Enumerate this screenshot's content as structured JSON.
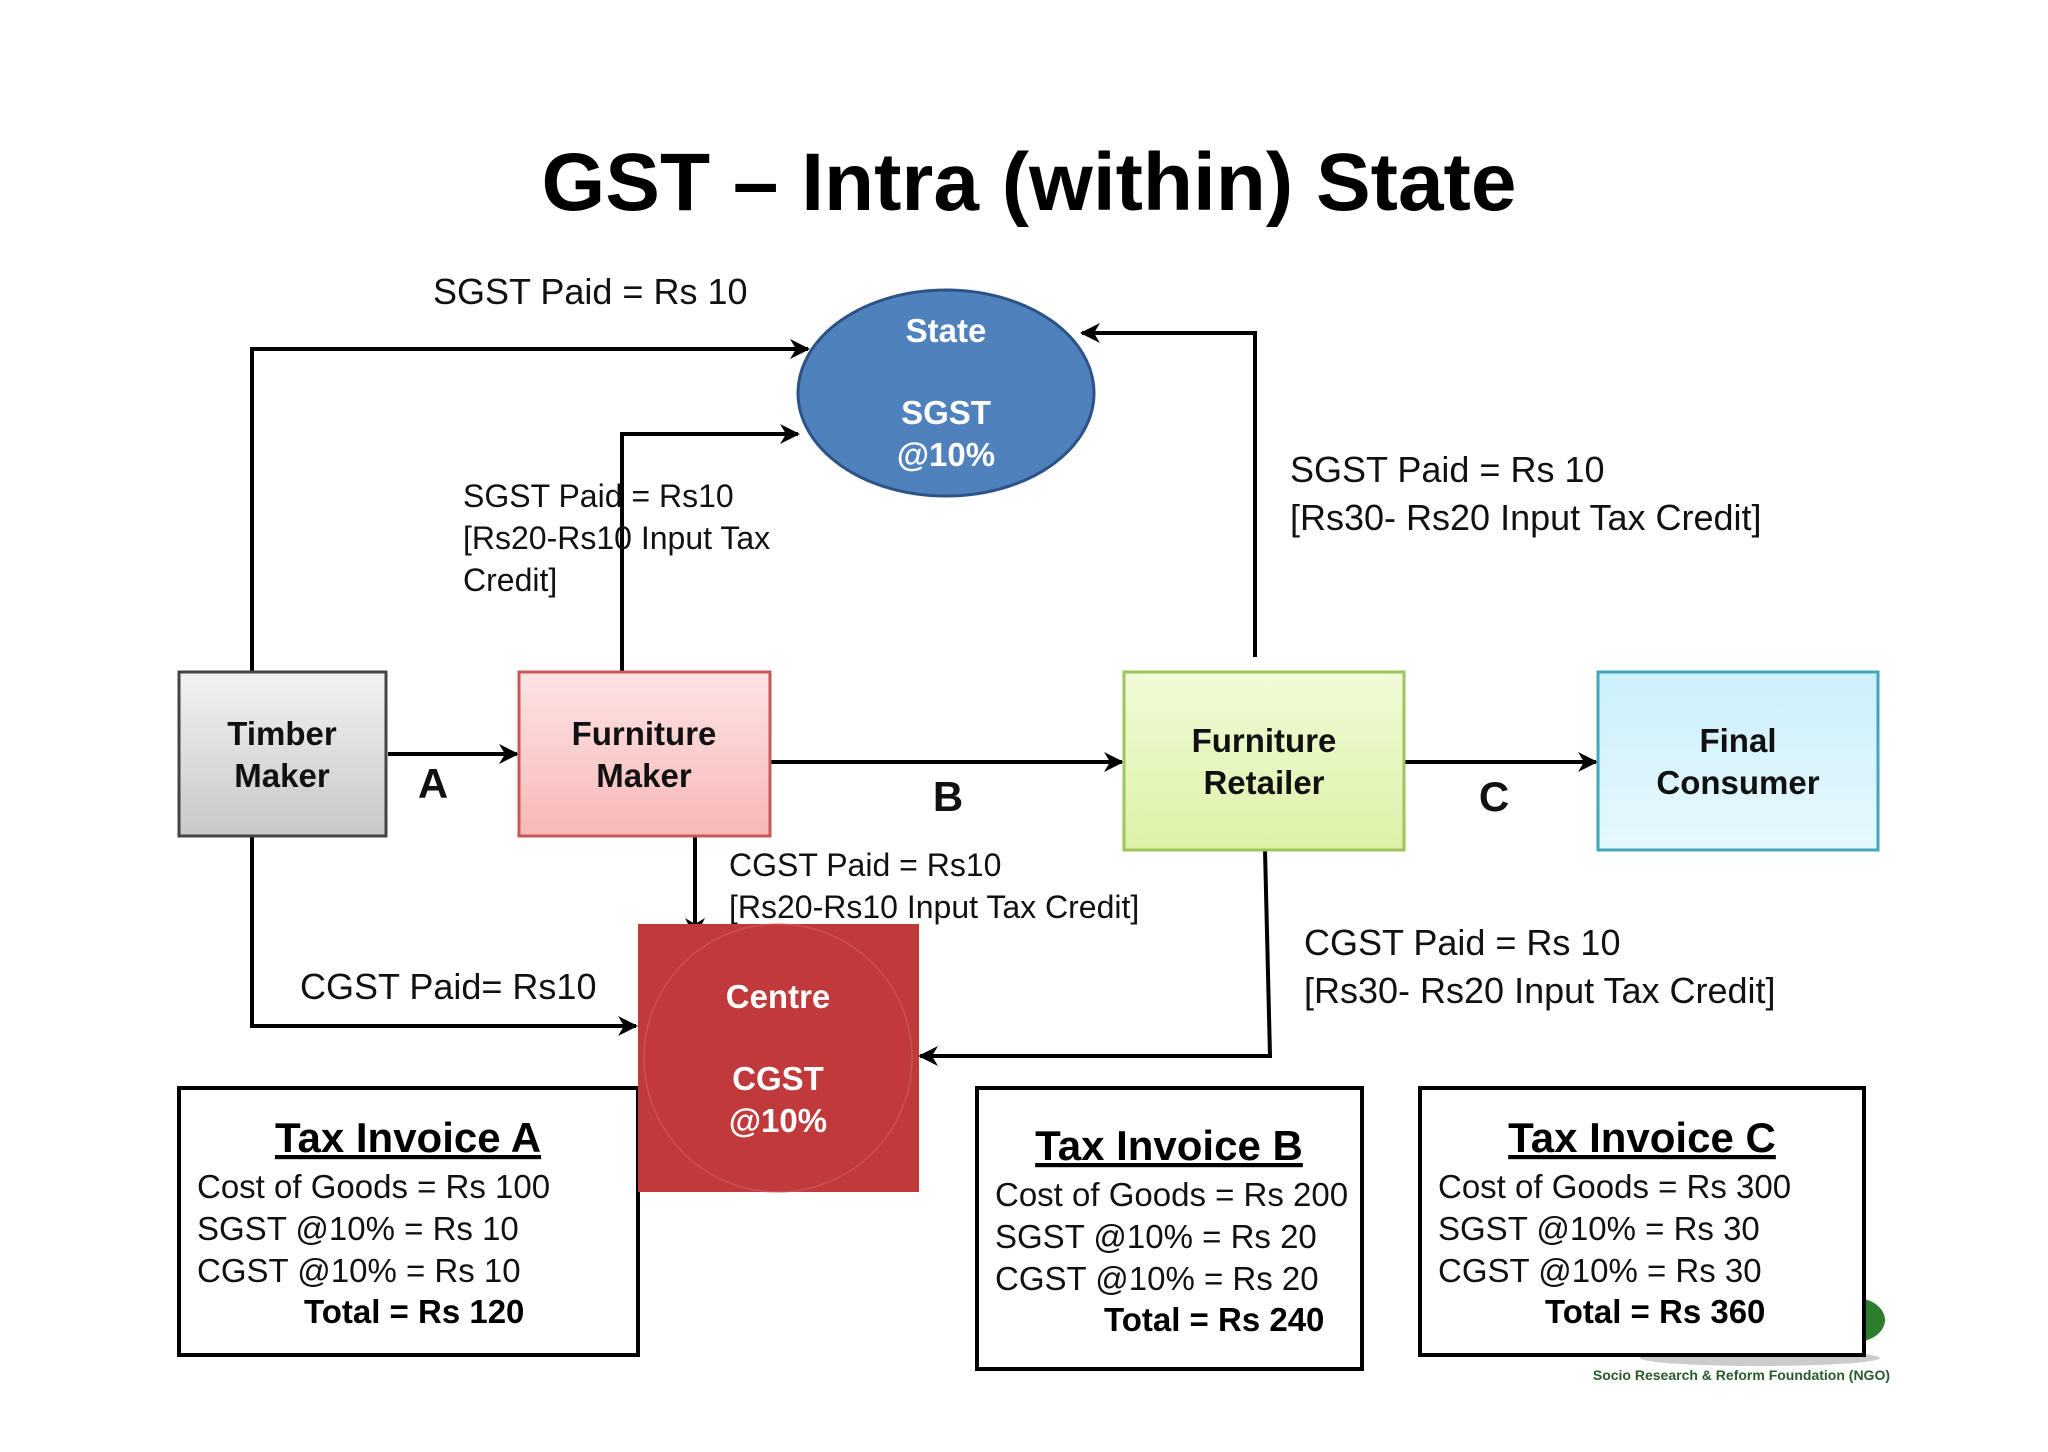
{
  "title": "GST – Intra (within) State",
  "nodes": {
    "state": {
      "line1": "State",
      "line2": "SGST",
      "line3": "@10%",
      "color": "#4f81bd"
    },
    "centre": {
      "line1": "Centre",
      "line2": "CGST",
      "line3": "@10%",
      "color": "#c0393b"
    },
    "timber": {
      "line1": "Timber",
      "line2": "Maker"
    },
    "furniture_maker": {
      "line1": "Furniture",
      "line2": "Maker"
    },
    "retailer": {
      "line1": "Furniture",
      "line2": "Retailer"
    },
    "consumer": {
      "line1": "Final",
      "line2": "Consumer"
    }
  },
  "flow_labels": {
    "a": "A",
    "b": "B",
    "c": "C"
  },
  "annotations": {
    "timber_sgst": "SGST Paid = Rs 10",
    "maker_sgst": [
      "SGST Paid = Rs10",
      "[Rs20-Rs10 Input Tax",
      "Credit]"
    ],
    "retailer_sgst": [
      "SGST Paid = Rs 10",
      "[Rs30- Rs20 Input Tax Credit]"
    ],
    "maker_cgst": [
      "CGST Paid = Rs10",
      "[Rs20-Rs10 Input Tax Credit]"
    ],
    "timber_cgst": "CGST Paid= Rs10",
    "retailer_cgst": [
      "CGST Paid = Rs 10",
      "[Rs30- Rs20 Input Tax Credit]"
    ]
  },
  "invoices": [
    {
      "title": "Tax Invoice A",
      "lines": [
        "Cost of Goods = Rs 100",
        "SGST @10% = Rs  10",
        "CGST @10% = Rs  10"
      ],
      "total": "Total = Rs  120"
    },
    {
      "title": "Tax Invoice B",
      "lines": [
        "Cost of Goods = Rs 200",
        "SGST @10% = Rs 20",
        "CGST @10% = Rs 20"
      ],
      "total": "Total = Rs 240"
    },
    {
      "title": "Tax Invoice C",
      "lines": [
        "Cost of Goods = Rs 300",
        "SGST @10% = Rs 30",
        "CGST @10% = Rs 30"
      ],
      "total": "Total = Rs 360"
    }
  ],
  "footer": "Socio Research & Reform Foundation (NGO)"
}
